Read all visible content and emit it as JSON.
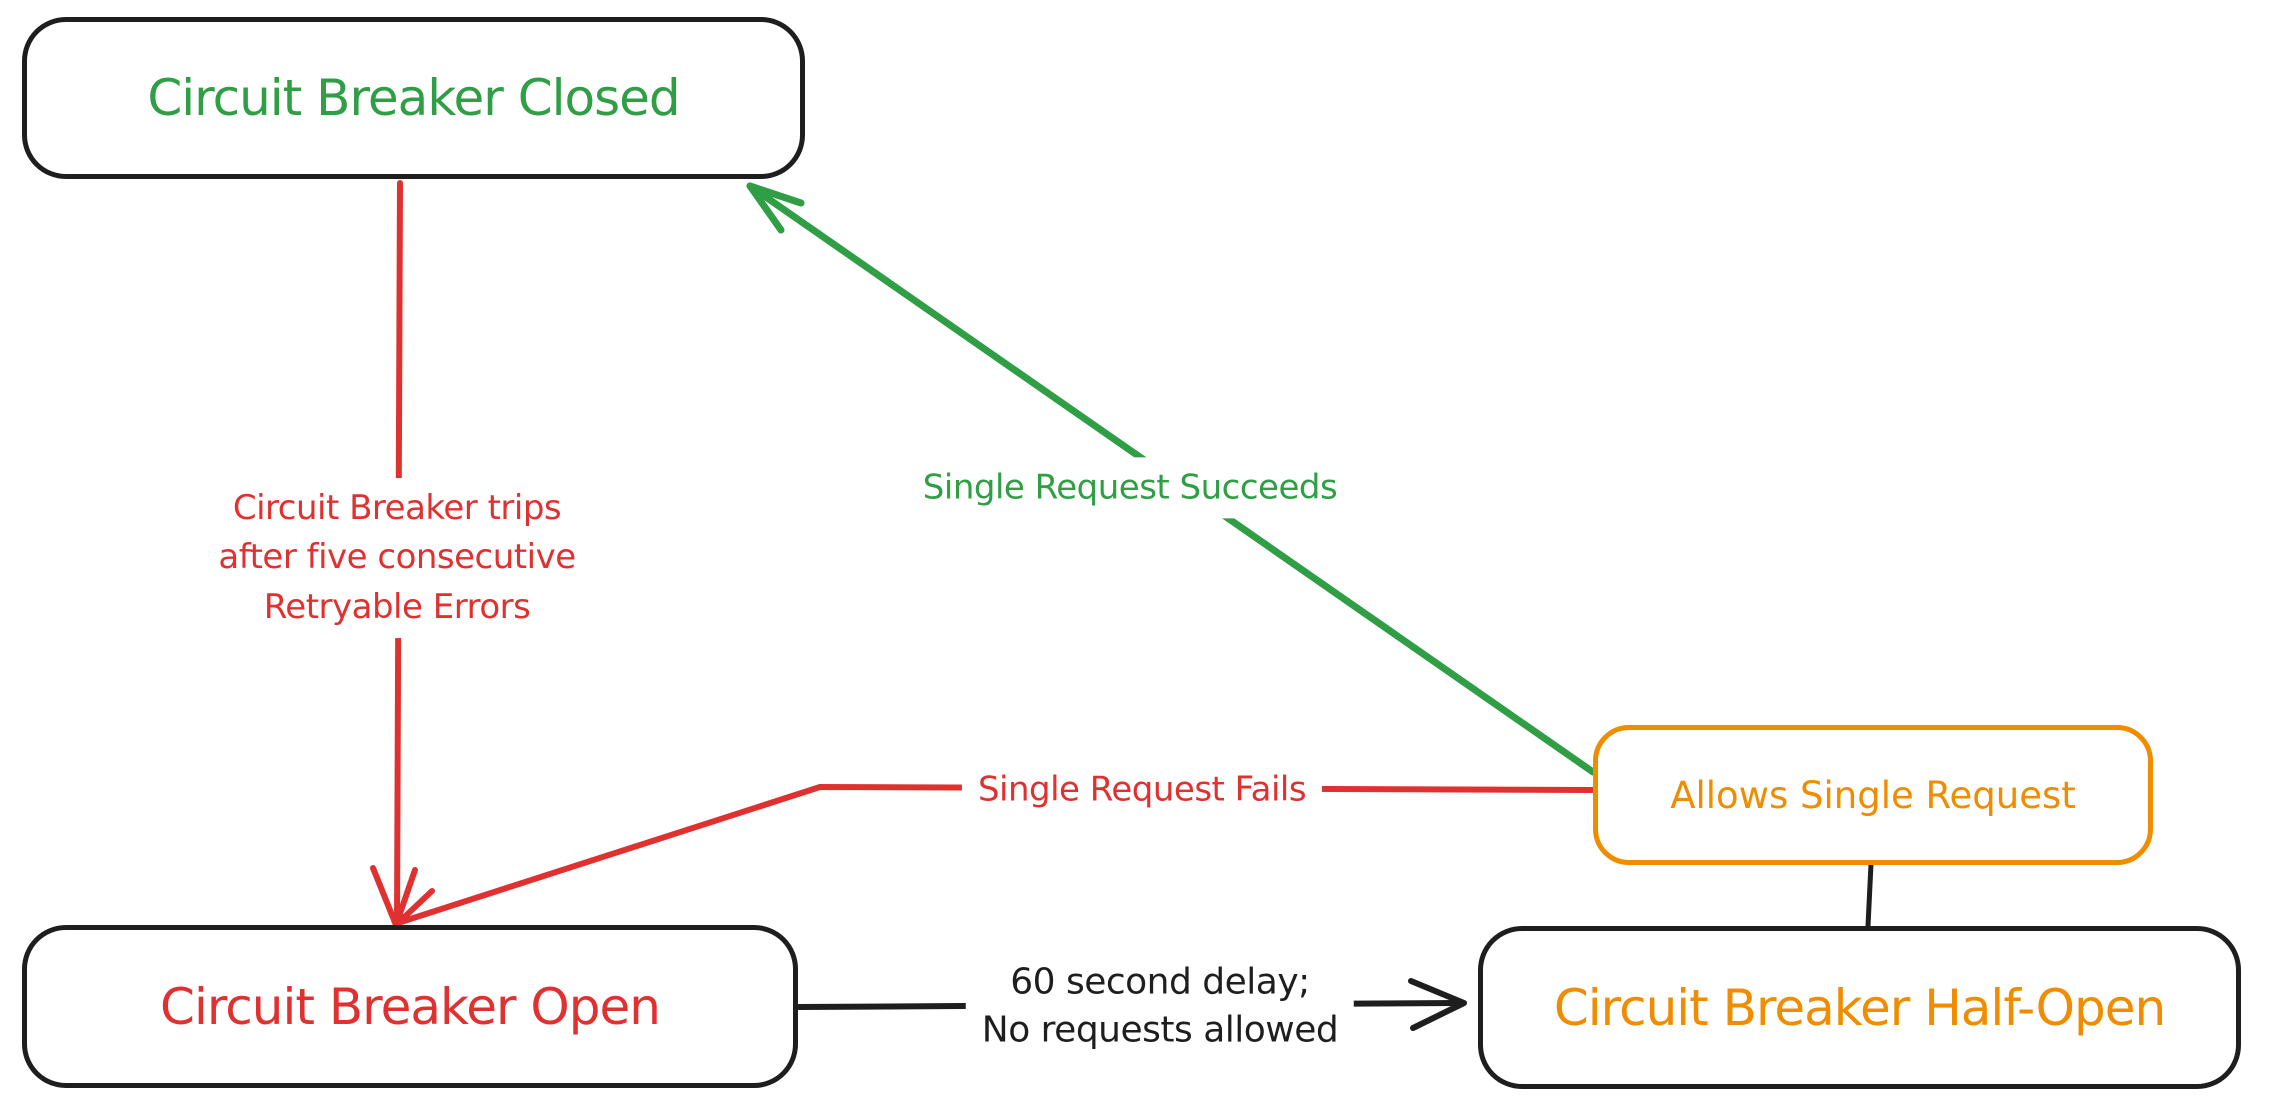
{
  "colors": {
    "bg": "#ffffff",
    "ink": "#1e1e1e",
    "red": "#e03131",
    "green": "#2f9e44",
    "orange": "#f08c00"
  },
  "nodes": {
    "closed": {
      "label": "Circuit Breaker Closed"
    },
    "open": {
      "label": "Circuit Breaker Open"
    },
    "half_open": {
      "label": "Circuit Breaker Half-Open"
    },
    "allows": {
      "label": "Allows Single Request"
    }
  },
  "edges": {
    "trip": {
      "label": "Circuit Breaker trips\nafter five consecutive\nRetryable Errors"
    },
    "succeeds": {
      "label": "Single Request Succeeds"
    },
    "fails": {
      "label": "Single Request Fails"
    },
    "delay": {
      "label": "60 second delay;\nNo requests allowed"
    }
  }
}
